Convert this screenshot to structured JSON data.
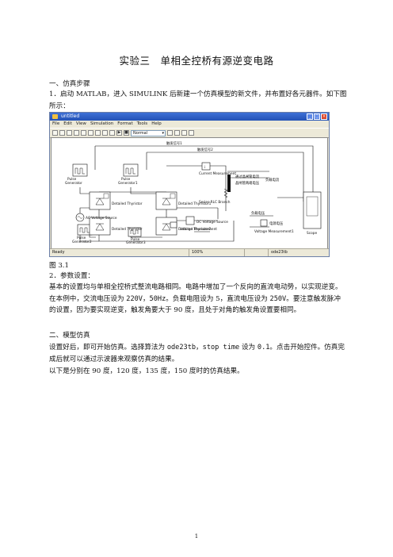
{
  "title": "实验三　单相全控桥有源逆变电路",
  "section1": "一、仿真步骤",
  "step1": "1．启动 MATLAB，进入 SIMULINK 后新建一个仿真模型的新文件，并布置好各元器件。如下图所示：",
  "window": {
    "title": "untitled",
    "menu": [
      "File",
      "Edit",
      "View",
      "Simulation",
      "Format",
      "Tools",
      "Help"
    ],
    "mode": "Normal",
    "status": {
      "left": "Ready",
      "zoom": "100%",
      "solver": "ode23tb"
    }
  },
  "diagram": {
    "blocks": {
      "pulse0": [
        "Pulse",
        "Generator"
      ],
      "pulse1": [
        "Pulse",
        "Generator1"
      ],
      "pulse2": [
        "Pulse",
        "Generator2"
      ],
      "pulse3": [
        "Pulse",
        "Generator3"
      ],
      "thy_tl": "Detailed Thyristor",
      "thy_tr": "Detailed Thyristor1",
      "thy_bl": "Detailed Thyristor",
      "thy_br": "Detailed Thyristor2",
      "current": "Current Measurement",
      "rlc": "Series RLC Branch",
      "dcsrc": "DC Voltage Source",
      "vm": "Voltage Measurement",
      "vm1": "Voltage Measurement1",
      "ac": "AC Voltage Source",
      "scope": "Scope"
    },
    "labels": {
      "sig1": "触发信号1",
      "sig2": "触发信号2",
      "mux1": "通过晶闸管电流",
      "mux2": "负载电流",
      "mux3": "晶闸管两端电压",
      "out1": "负载电压",
      "out2": "电源电压"
    }
  },
  "fig": "图 3.1",
  "step2": "2．参数设置：",
  "para1_a": "基本的设置均与单相全控桥式整流电路相同。电路中增加了一个反向的直流电动势，以实现逆变。在本例中，交流电压设为 ",
  "para1_m1": "220V，50Hz",
  "para1_b": "。负载电阻设为 5，直流电压设为 ",
  "para1_m2": "250V",
  "para1_c": "。要注意触发脉冲的设置，因为要实现逆变，触发角要大于 90 度，且处于对角的触发角设置要相同。",
  "section2": "二、模型仿真",
  "para2_a": "设置好后，即可开始仿真。选择算法为 ",
  "para2_m1": "ode23tb",
  "para2_b": "，",
  "para2_m2": "stop time",
  "para2_c": " 设为 ",
  "para2_m3": "0.1",
  "para2_d": "。点击开始控件。仿真完成后就可以通过示波器来观察仿真的结果。",
  "para3": "以下是分别在 90 度，120 度，135 度，150 度时的仿真结果。",
  "page": "1"
}
